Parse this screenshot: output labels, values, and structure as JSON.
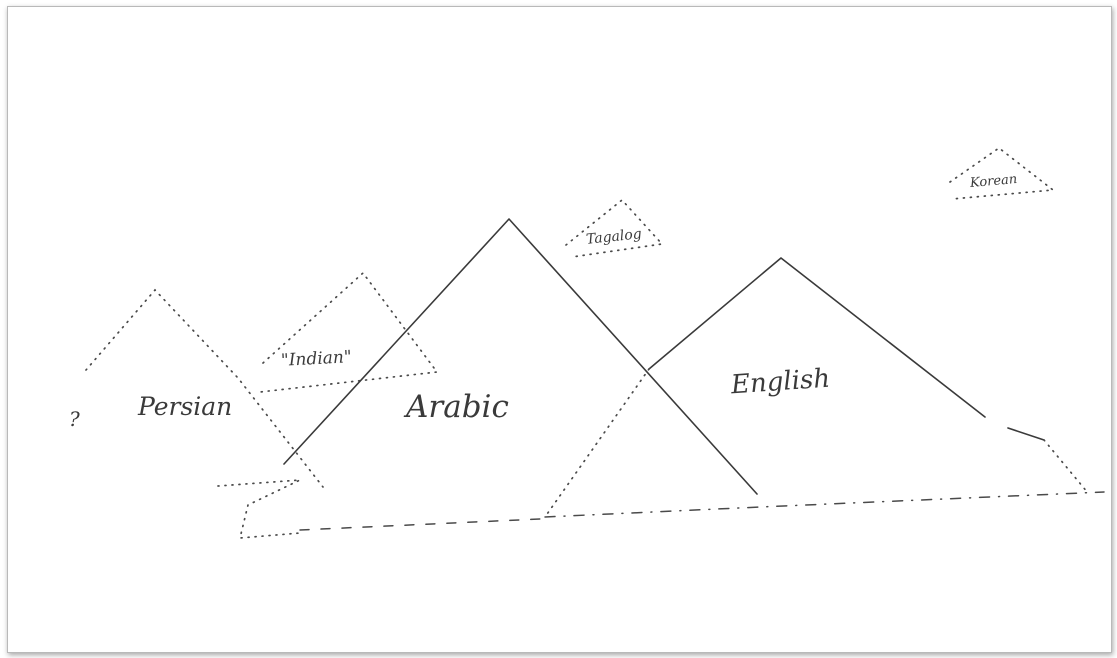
{
  "labels": {
    "persian": "Persian",
    "question": "?",
    "indian": "\"Indian\"",
    "arabic": "Arabic",
    "tagalog": "Tagalog",
    "english": "English",
    "korean": "Korean"
  },
  "colors": {
    "ink": "#3a3a3a",
    "paper": "#ffffff",
    "frame": "#b9b9b9"
  }
}
